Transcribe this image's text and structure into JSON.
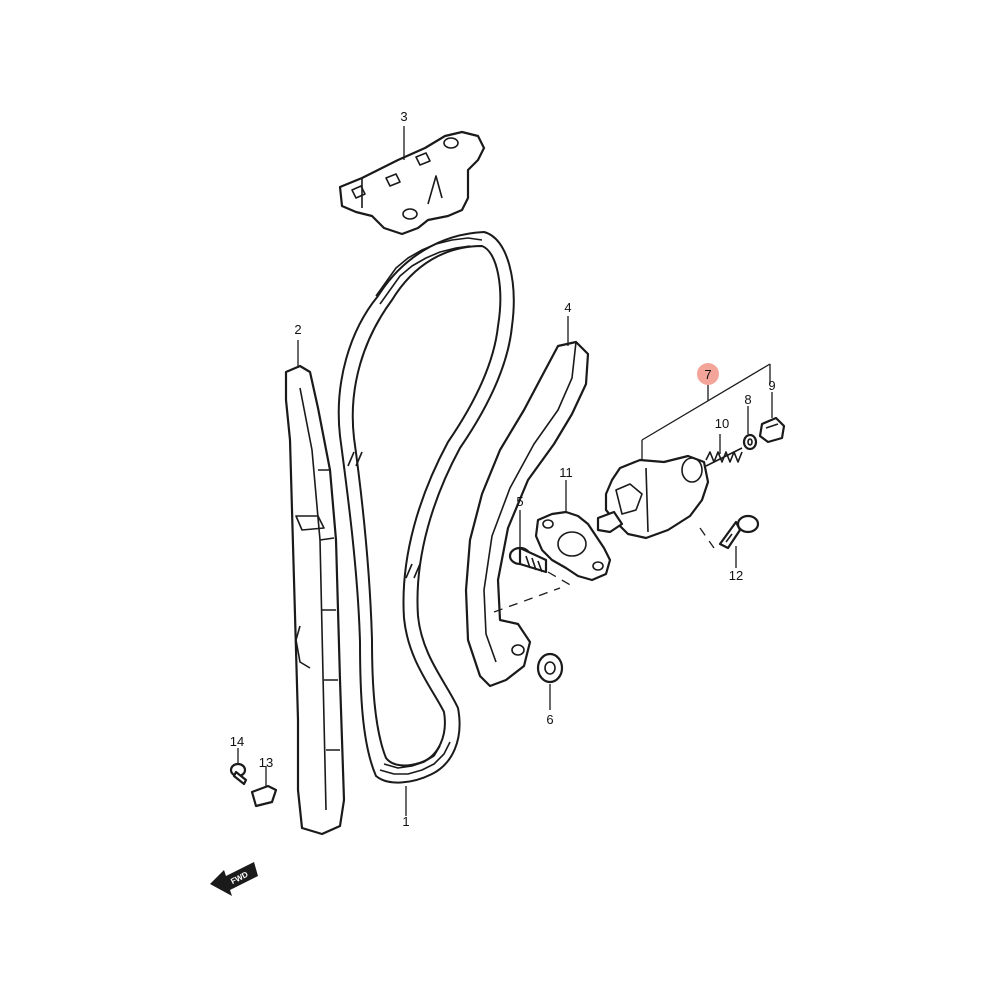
{
  "diagram": {
    "callouts": {
      "c1": "1",
      "c2": "2",
      "c3": "3",
      "c4": "4",
      "c5": "5",
      "c6": "6",
      "c7": "7",
      "c8": "8",
      "c9": "9",
      "c10": "10",
      "c11": "11",
      "c12": "12",
      "c13": "13",
      "c14": "14"
    },
    "highlight_color": "#f4a59a",
    "fwd_label": "FWD"
  }
}
